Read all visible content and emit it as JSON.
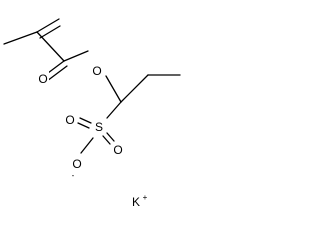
{
  "molecule": {
    "atoms": {
      "ester_oxygen": "O",
      "carbonyl_oxygen": "O",
      "sulfur": "S",
      "sulfonyl_oxygen_left": "O",
      "sulfonyl_oxygen_right": "O",
      "anion_oxygen": "O",
      "anion_charge": "-",
      "counterion": "K",
      "counterion_charge": "+"
    }
  }
}
